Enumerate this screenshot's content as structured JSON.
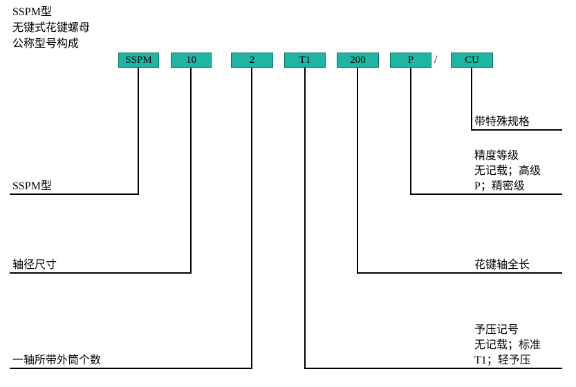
{
  "title": {
    "line1": "SSPM型",
    "line2": "无键式花键螺母",
    "line3": "公称型号构成"
  },
  "code_boxes": [
    "SSPM",
    "10",
    "2",
    "T1",
    "200",
    "P",
    "CU"
  ],
  "separator": "/",
  "box_color": "#1fb5a3",
  "labels": {
    "model": "SSPM型",
    "shaft_diameter": "轴径尺寸",
    "nuts_per_shaft": "一轴所带外筒个数",
    "special": "带特殊规格",
    "accuracy": {
      "line1": "精度等级",
      "line2": "无记载；高级",
      "line3": "P；精密级"
    },
    "shaft_length": "花键轴全长",
    "preload": {
      "line1": "予压记号",
      "line2": "无记载；标准",
      "line3": "T1；轻予压"
    }
  }
}
